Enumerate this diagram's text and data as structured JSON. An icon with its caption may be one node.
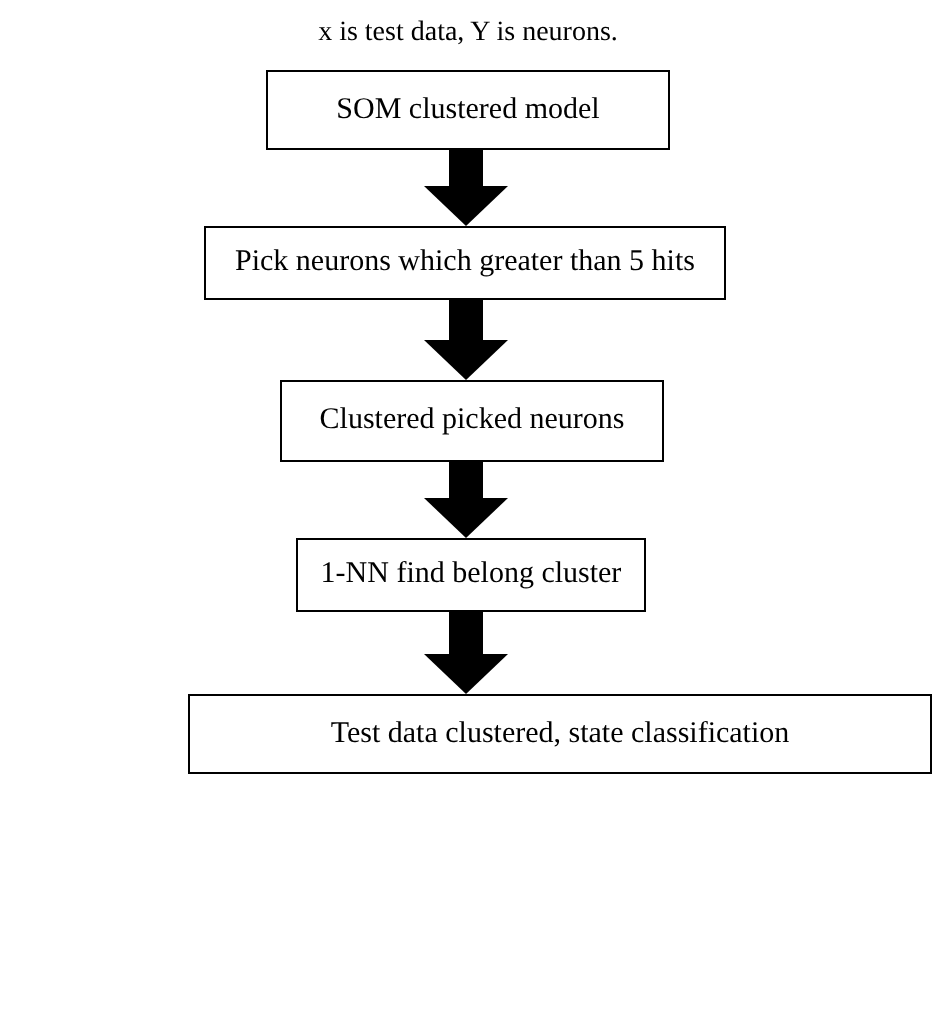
{
  "diagram": {
    "title": "x is test data, Y is neurons.",
    "nodes": [
      {
        "text": [
          "SOM clustered model"
        ]
      },
      {
        "text": [
          "Pick neurons which greater than 5 hits"
        ]
      },
      {
        "text": [
          "Clustered picked neurons"
        ]
      },
      {
        "text": [
          "1-NN find belong cluster"
        ]
      },
      {
        "text": [
          "Test data clustered, state classification"
        ]
      }
    ],
    "edges": [
      {
        "from": 0,
        "to": 1,
        "arrow": "to"
      },
      {
        "from": 1,
        "to": 2,
        "arrow": "to"
      },
      {
        "from": 2,
        "to": 3,
        "arrow": "to"
      },
      {
        "from": 3,
        "to": 4,
        "arrow": "to"
      }
    ]
  }
}
